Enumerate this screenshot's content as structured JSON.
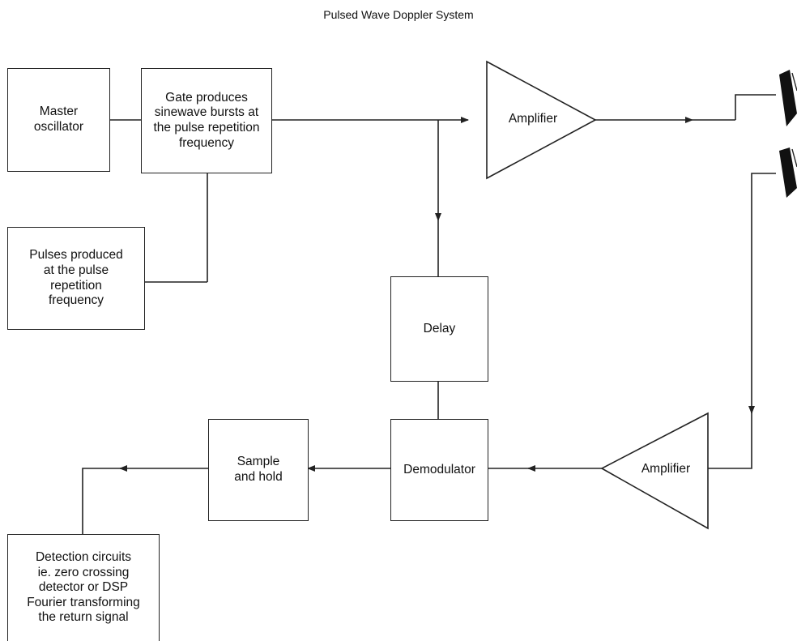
{
  "title": "Pulsed Wave Doppler System",
  "blocks": {
    "master_oscillator": "Master\noscillator",
    "gate": "Gate produces\nsinewave bursts at\nthe pulse repetition\nfrequency",
    "pulses": "Pulses produced\nat the pulse\nrepetition\nfrequency",
    "delay": "Delay",
    "demodulator": "Demodulator",
    "sample_hold": "Sample\nand hold",
    "detection": "Detection circuits\nie. zero crossing\ndetector or DSP\nFourier transforming\nthe return signal"
  },
  "amplifiers": {
    "transmit": "Amplifier",
    "receive": "Amplifier"
  }
}
